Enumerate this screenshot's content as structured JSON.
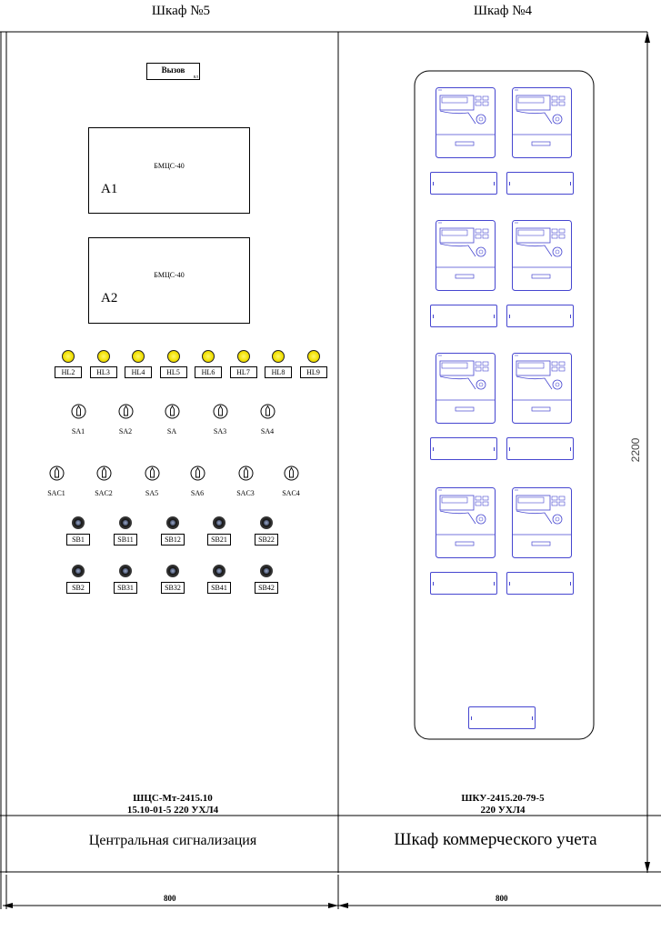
{
  "cabinets": [
    {
      "id": "left",
      "header": "Шкаф №5",
      "model_line1": "ШЦС-Мт-2415.10",
      "model_line2": "15.10-01-5 220 УХЛ4",
      "signature": "Центральная сигнализация",
      "width_dimension": "800",
      "call_button": {
        "label": "Вызов",
        "sublabel": "ВЛ"
      },
      "blocks": [
        {
          "caption": "БМЦС-40",
          "designation": "A1"
        },
        {
          "caption": "БМЦС-40",
          "designation": "A2"
        }
      ],
      "lamps": [
        "HL2",
        "HL3",
        "HL4",
        "HL5",
        "HL6",
        "HL7",
        "HL8",
        "HL9"
      ],
      "switches_row1": [
        "SA1",
        "SA2",
        "SA",
        "SA3",
        "SA4"
      ],
      "switches_row2": [
        "SAC1",
        "SAC2",
        "SA5",
        "SA6",
        "SAC3",
        "SAC4"
      ],
      "buttons_row1": [
        "SB1",
        "SB11",
        "SB12",
        "SB21",
        "SB22"
      ],
      "buttons_row2": [
        "SB2",
        "SB31",
        "SB32",
        "SB41",
        "SB42"
      ]
    },
    {
      "id": "right",
      "header": "Шкаф №4",
      "model_line1": "ШКУ-2415.20-79-5",
      "model_line2": "220 УХЛ4",
      "signature": "Шкаф коммерческого учета",
      "width_dimension": "800",
      "meter_rows": 4,
      "meters_per_row": 2
    }
  ],
  "height_dimension": "2200",
  "colors": {
    "line": "#000000",
    "meter": "#4646d0",
    "lamp": "#f1df00",
    "height_dim_text": "#444444"
  }
}
